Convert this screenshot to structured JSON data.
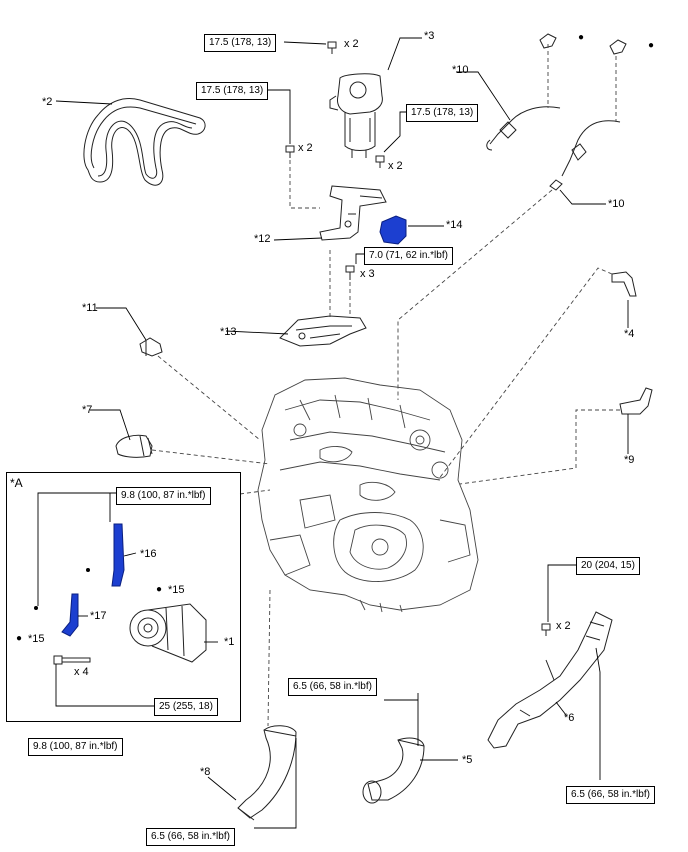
{
  "inset": {
    "title": "*A"
  },
  "torques": {
    "t_top": "17.5 (178, 13)",
    "t_left": "17.5 (178, 13)",
    "t_right": "17.5 (178, 13)",
    "t_bracket": "7.0 (71, 62 in.*lbf)",
    "t_inset_top": "9.8 (100, 87 in.*lbf)",
    "t_inset_bottom": "25 (255, 18)",
    "t_legend": "9.8 (100, 87 in.*lbf)",
    "t_6_top": "20 (204, 15)",
    "t_5": "6.5 (66, 58 in.*lbf)",
    "t_8": "6.5 (66, 58 in.*lbf)",
    "t_6_bottom": "6.5 (66, 58 in.*lbf)"
  },
  "quantities": {
    "q_top": "x 2",
    "q_left": "x 2",
    "q_right": "x 2",
    "q_bracket": "x 3",
    "q_inset": "x 4",
    "q_6": "x 2"
  },
  "parts": {
    "p1": "*1",
    "p2": "*2",
    "p3": "*3",
    "p4": "*4",
    "p5": "*5",
    "p6": "*6",
    "p7": "*7",
    "p8": "*8",
    "p9": "*9",
    "p10a": "*10",
    "p10b": "*10",
    "p11": "*11",
    "p12": "*12",
    "p13": "*13",
    "p14": "*14",
    "p15a": "*15",
    "p15b": "*15",
    "p16": "*16",
    "p17": "*17"
  },
  "markers": {
    "dot": "●"
  },
  "colors": {
    "line": "#000000",
    "highlight": "#1c3fd0",
    "part_fill": "#ffffff"
  }
}
